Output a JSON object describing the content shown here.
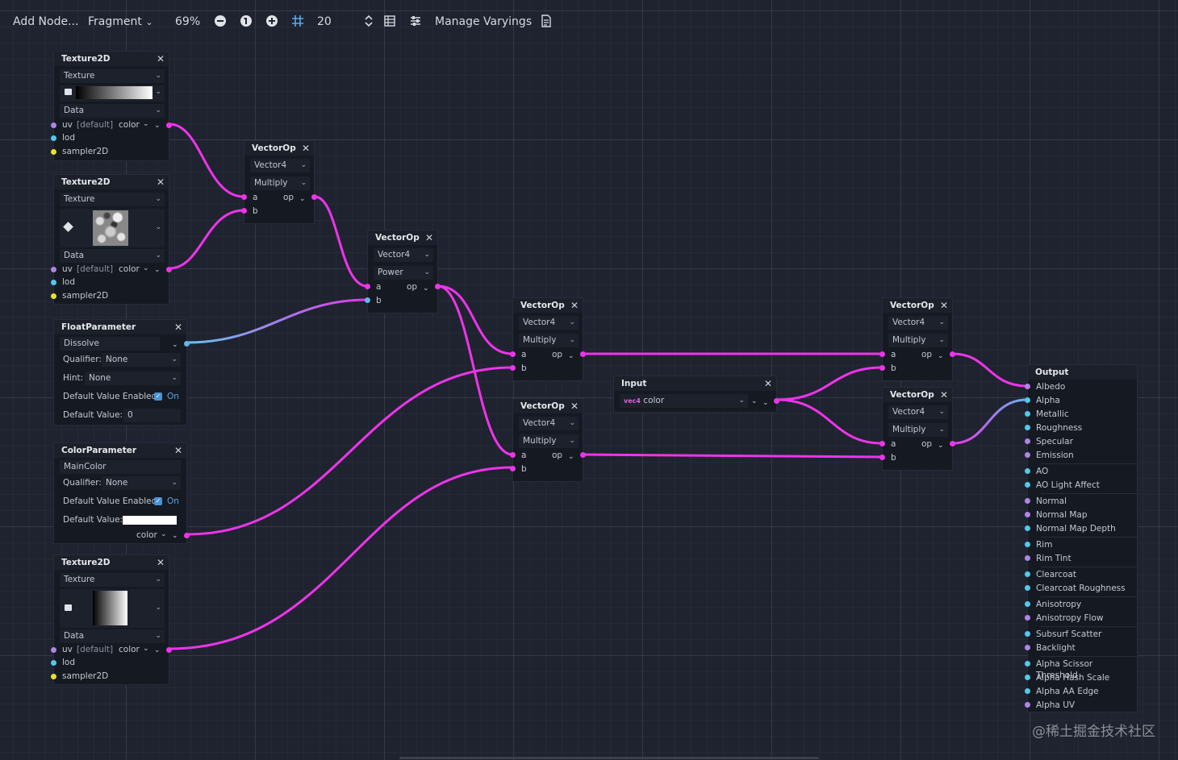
{
  "toolbar": {
    "add_node": "Add Node...",
    "mode": "Fragment",
    "zoom": "69%",
    "snap_value": "20",
    "manage_varyings": "Manage Varyings"
  },
  "colors": {
    "wire_magenta": "#ee34ea",
    "wire_scalar": "#62b6ea",
    "accent": "#4a92d8"
  },
  "nodes": {
    "tex1": {
      "title": "Texture2D",
      "source": "Texture",
      "output_type": "Data",
      "uv": "uv",
      "uv_default": "[default]",
      "out_label": "color",
      "lod": "lod",
      "sampler": "sampler2D"
    },
    "tex2": {
      "title": "Texture2D",
      "source": "Texture",
      "output_type": "Data",
      "uv": "uv",
      "uv_default": "[default]",
      "out_label": "color",
      "lod": "lod",
      "sampler": "sampler2D"
    },
    "tex3": {
      "title": "Texture2D",
      "source": "Texture",
      "output_type": "Data",
      "uv": "uv",
      "uv_default": "[default]",
      "out_label": "color",
      "lod": "lod",
      "sampler": "sampler2D"
    },
    "floatparam": {
      "title": "FloatParameter",
      "name": "Dissolve",
      "qualifier_label": "Qualifier:",
      "qualifier": "None",
      "hint_label": "Hint:",
      "hint": "None",
      "dve_label": "Default Value Enabled:",
      "dve_value": "On",
      "dv_label": "Default Value:",
      "dv": "0"
    },
    "colorparam": {
      "title": "ColorParameter",
      "name": "MainColor",
      "qualifier_label": "Qualifier:",
      "qualifier": "None",
      "dve_label": "Default Value Enabled:",
      "dve_value": "On",
      "dv_label": "Default Value:",
      "out_label": "color"
    },
    "vop1": {
      "title": "VectorOp",
      "type": "Vector4",
      "op": "Multiply",
      "a": "a",
      "b": "b",
      "out": "op"
    },
    "vop2": {
      "title": "VectorOp",
      "type": "Vector4",
      "op": "Power",
      "a": "a",
      "b": "b",
      "out": "op"
    },
    "vop3": {
      "title": "VectorOp",
      "type": "Vector4",
      "op": "Multiply",
      "a": "a",
      "b": "b",
      "out": "op"
    },
    "vop4": {
      "title": "VectorOp",
      "type": "Vector4",
      "op": "Multiply",
      "a": "a",
      "b": "b",
      "out": "op"
    },
    "vop5": {
      "title": "VectorOp",
      "type": "Vector4",
      "op": "Multiply",
      "a": "a",
      "b": "b",
      "out": "op"
    },
    "vop6": {
      "title": "VectorOp",
      "type": "Vector4",
      "op": "Multiply",
      "a": "a",
      "b": "b",
      "out": "op"
    },
    "input": {
      "title": "Input",
      "value": "color"
    },
    "output": {
      "title": "Output",
      "ports": [
        "Albedo",
        "Alpha",
        "Metallic",
        "Roughness",
        "Specular",
        "Emission",
        "AO",
        "AO Light Affect",
        "Normal",
        "Normal Map",
        "Normal Map Depth",
        "Rim",
        "Rim Tint",
        "Clearcoat",
        "Clearcoat Roughness",
        "Anisotropy",
        "Anisotropy Flow",
        "Subsurf Scatter",
        "Backlight",
        "Alpha Scissor Threshold",
        "Alpha Hash Scale",
        "Alpha AA Edge",
        "Alpha UV"
      ]
    }
  },
  "watermark": "@稀土掘金技术社区"
}
